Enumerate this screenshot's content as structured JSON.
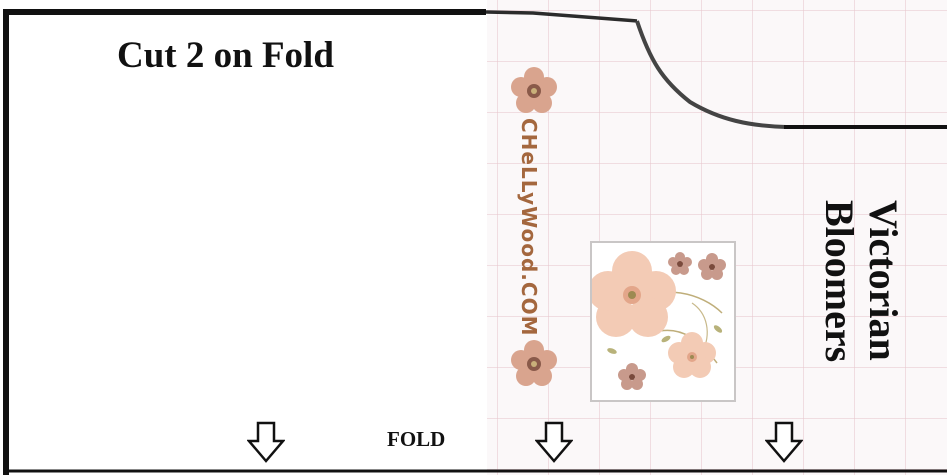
{
  "pattern": {
    "cut_instruction": "Cut 2 on Fold",
    "title_line1": "Victorian",
    "title_line2": "Bloomers",
    "fold_label": "FOLD",
    "watermark_text": "CHeLLyWood.COM"
  },
  "colors": {
    "outline": "#111111",
    "grid": "#e8c6ce",
    "brand_text": "#a4673e",
    "flower_petal": "#d9a48e",
    "flower_center": "#8a5a4a"
  },
  "icons": [
    "down-arrow-icon",
    "flower-icon",
    "floral-logo-icon"
  ]
}
